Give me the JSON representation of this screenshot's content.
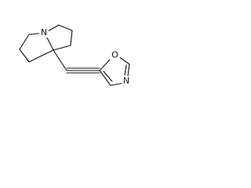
{
  "molecule": {
    "atoms": {
      "ring_nitrogen": "N",
      "oxazole_oxygen": "O",
      "oxazole_nitrogen": "N"
    }
  }
}
